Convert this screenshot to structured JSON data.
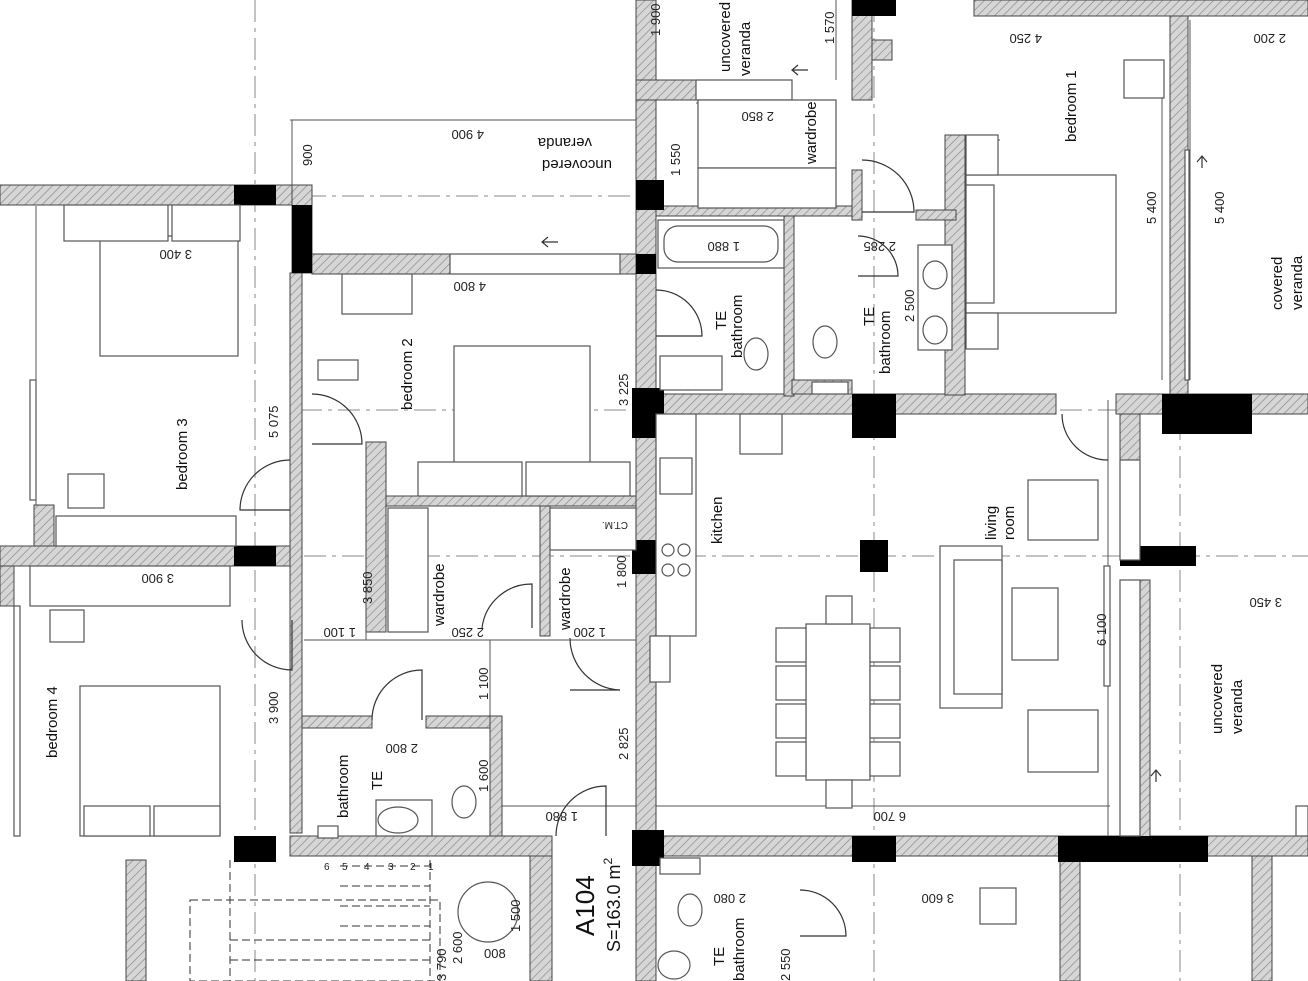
{
  "apartment": {
    "id": "A104",
    "area_label": "S=163.0 m",
    "area_superscript": "2"
  },
  "rooms": {
    "bedroom1": "bedroom 1",
    "bedroom2": "bedroom 2",
    "bedroom3": "bedroom 3",
    "bedroom4": "bedroom 4",
    "kitchen": "kitchen",
    "living_line1": "living",
    "living_line2": "room",
    "wardrobe": "wardrobe",
    "bathroom": "bathroom",
    "te": "TE",
    "uncovered_line1": "uncovered",
    "veranda": "veranda",
    "covered_line1": "covered",
    "ctm": "CT.M."
  },
  "dims": {
    "d1900": "1 900",
    "d1570": "1 570",
    "d4250": "4 250",
    "d2200": "2 200",
    "d2850": "2 850",
    "d4900": "4 900",
    "d900": "900",
    "d1550": "1 550",
    "d3400": "3 400",
    "d1880": "1 880",
    "d2285": "2 285",
    "d4800": "4 800",
    "d2500": "2 500",
    "d5400": "5 400",
    "d3225": "3 225",
    "d5075": "5 075",
    "d3900": "3 900",
    "d3850": "3 850",
    "d1800": "1 800",
    "d1100": "1 100",
    "d2250": "2 250",
    "d1200": "1 200",
    "d6100": "6 100",
    "d3450": "3 450",
    "d2825": "2 825",
    "d2800": "2 800",
    "d1600": "1 600",
    "d6700": "6 700",
    "d2080": "2 080",
    "d3600": "3 600",
    "d1500": "1 500",
    "d2600": "2 600",
    "d3790": "3 790",
    "d008": "008"
  },
  "stair_numbers": [
    "6",
    "5",
    "4",
    "3",
    "2",
    "1"
  ]
}
